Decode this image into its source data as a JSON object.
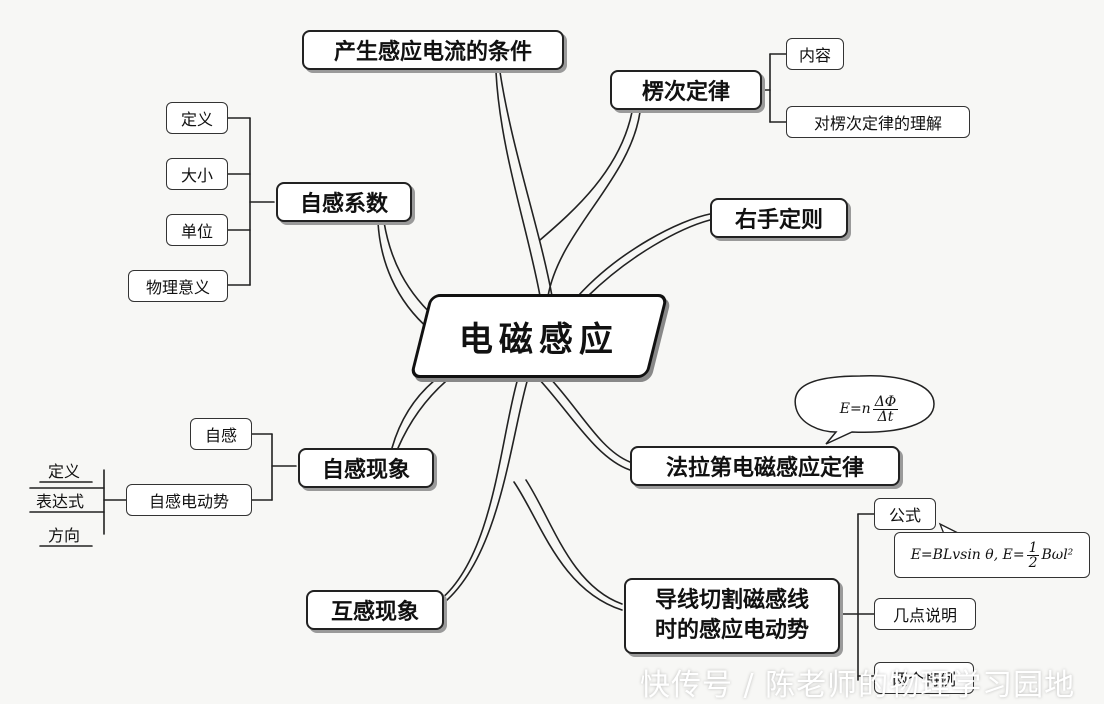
{
  "center": {
    "label": "电磁感应"
  },
  "branches": {
    "induced_current_condition": "产生感应电流的条件",
    "lenz_law": "楞次定律",
    "right_hand_rule": "右手定则",
    "self_inductance_coefficient": "自感系数",
    "self_induction": "自感现象",
    "faraday_law": "法拉第电磁感应定律",
    "motional_emf_line1": "导线切割磁感线",
    "motional_emf_line2": "时的感应电动势",
    "mutual_induction": "互感现象"
  },
  "leaves": {
    "lenz_content": "内容",
    "lenz_understanding": "对楞次定律的理解",
    "coef_definition": "定义",
    "coef_magnitude": "大小",
    "coef_unit": "单位",
    "coef_physical_meaning": "物理意义",
    "self_induction_item": "自感",
    "self_emf": "自感电动势",
    "self_emf_definition": "定义",
    "self_emf_expression": "表达式",
    "self_emf_direction": "方向",
    "motional_formula": "公式",
    "motional_notes": "几点说明",
    "motional_cases": "两个特例"
  },
  "formulas": {
    "faraday_lhs": "E=n",
    "faraday_num": "ΔΦ",
    "faraday_den": "Δt",
    "motional_part1": "E=BLvsin θ, E=",
    "motional_num": "1",
    "motional_den": "2",
    "motional_part2": "Bωl²"
  },
  "watermark": "快传号 / 陈老师的物理学习园地",
  "colors": {
    "background": "#f7f7f5",
    "line": "#222222",
    "shadow": "#9a9a9a"
  }
}
